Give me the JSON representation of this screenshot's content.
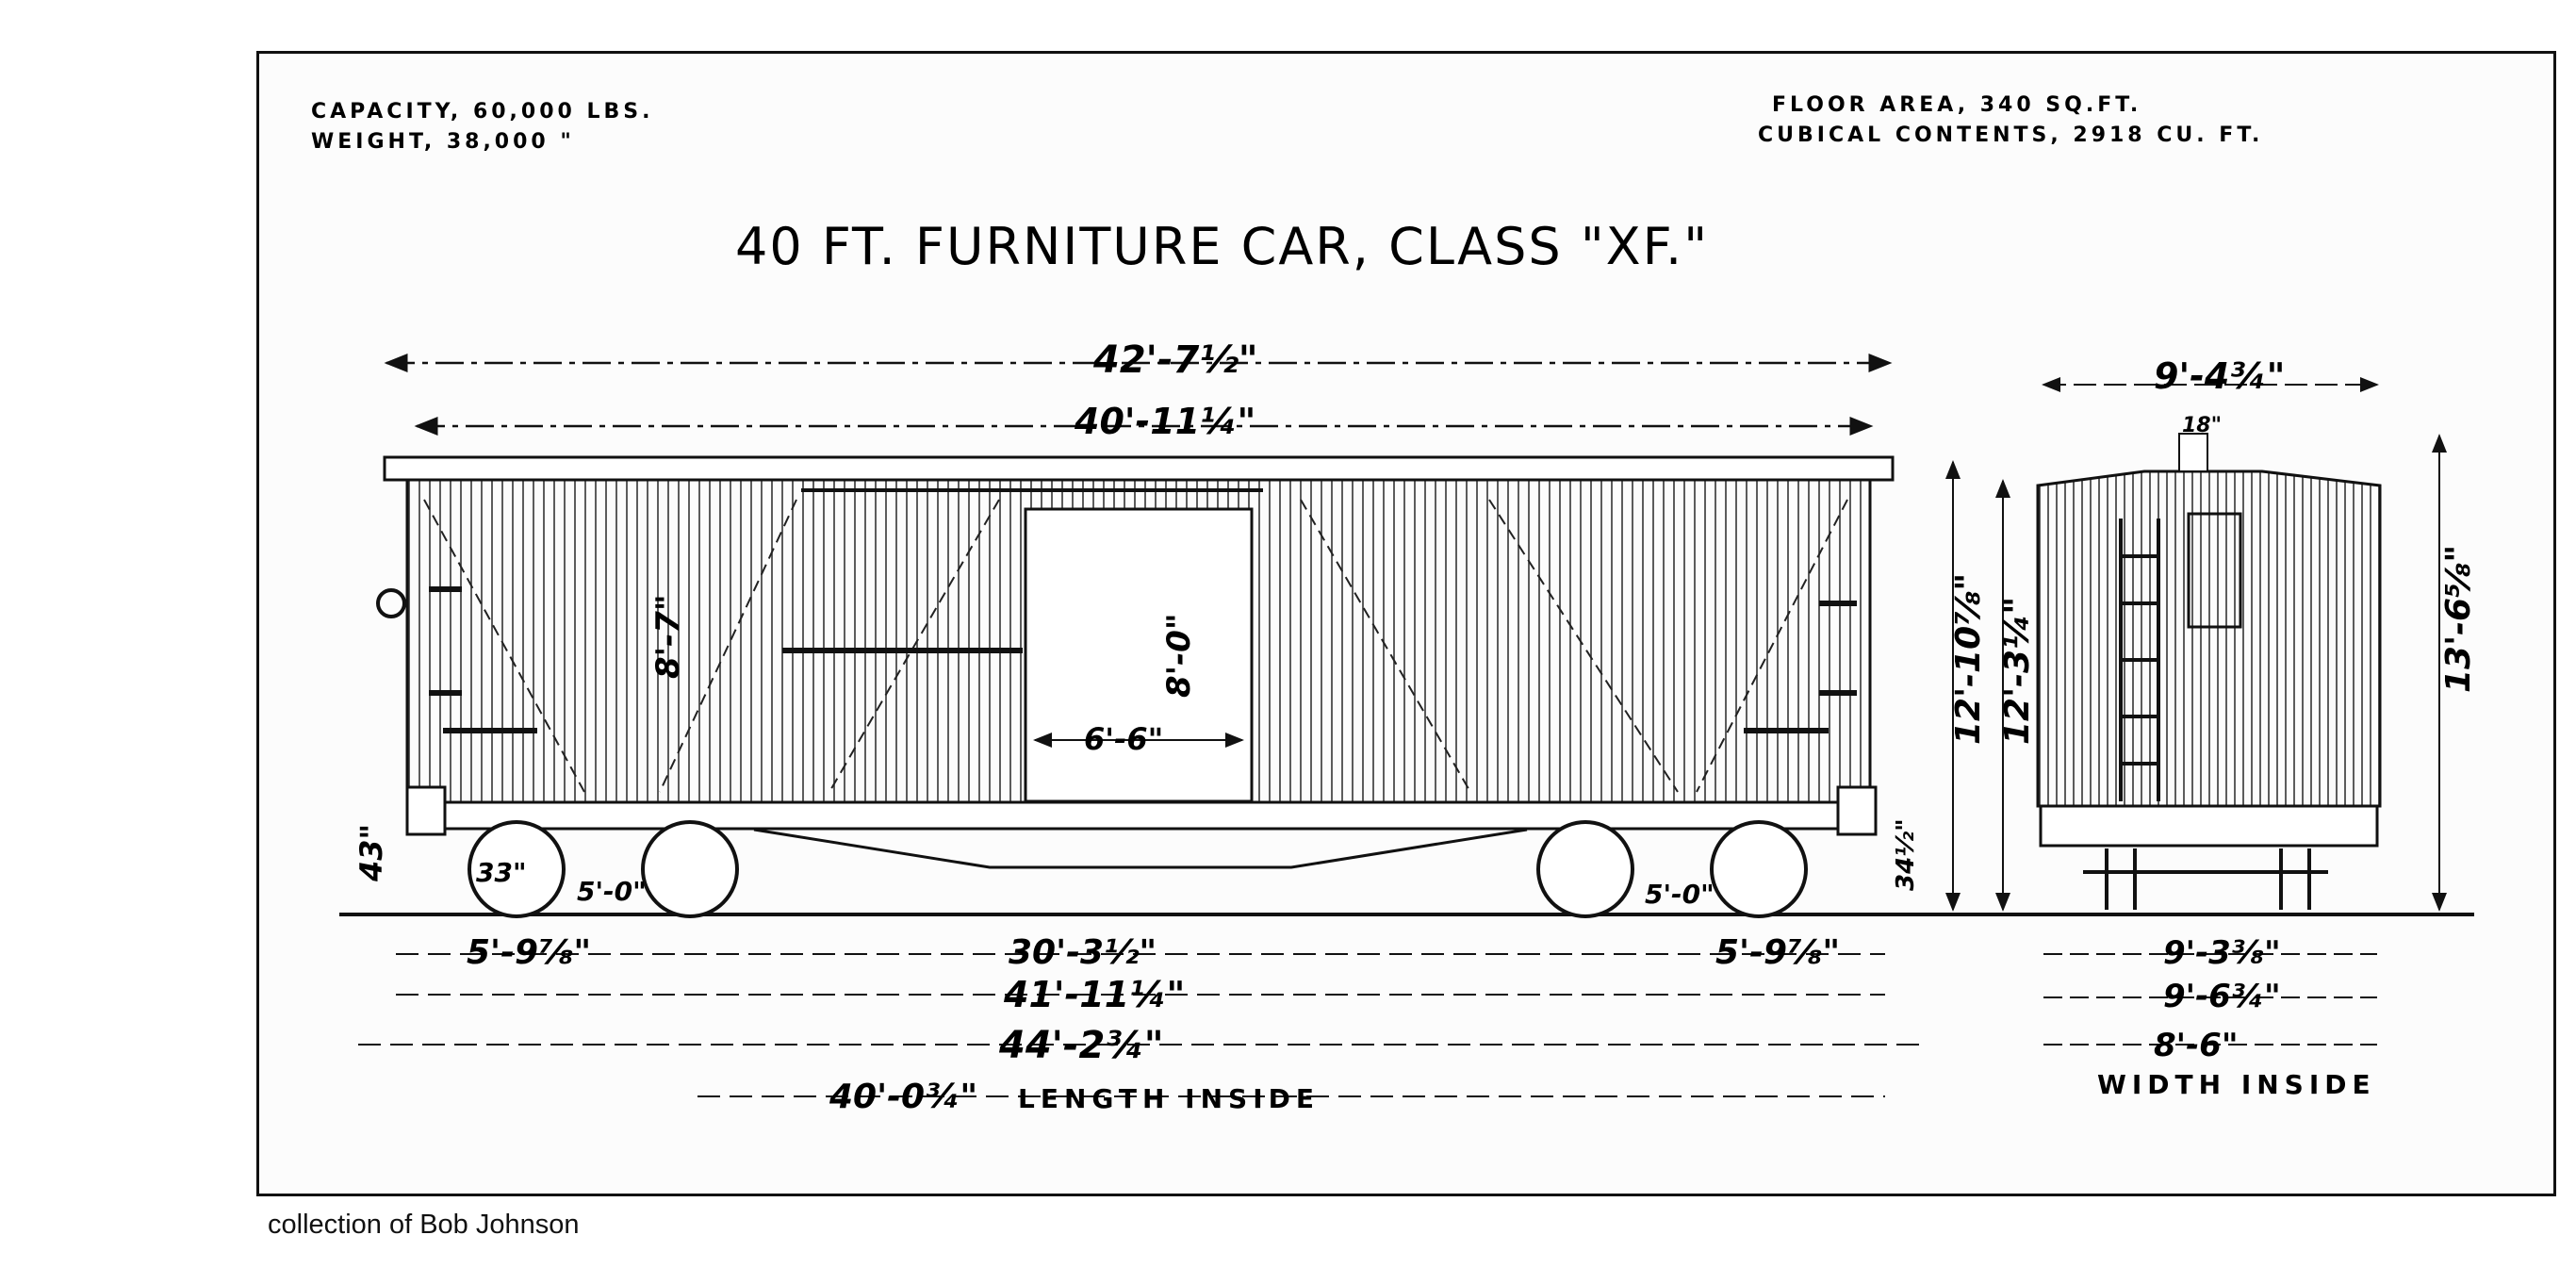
{
  "header": {
    "capacity": "CAPACITY, 60,000 LBS.",
    "weight": "WEIGHT,    38,000  \"",
    "floor_area": "FLOOR AREA,  340 SQ.FT.",
    "cubical_contents": "CUBICAL CONTENTS, 2918 CU. FT."
  },
  "title": "40 FT. FURNITURE CAR, CLASS \"XF.\"",
  "side_view": {
    "overall_length": "42'-7½\"",
    "body_length": "40'-11¼\"",
    "side_height": "8'-7\"",
    "door_height": "8'-0\"",
    "door_width": "6'-6\"",
    "coupler_height": "43\"",
    "wheel_diameter": "33\"",
    "truck_wheelbase_left": "5'-0\"",
    "truck_wheelbase_right": "5'-0\"",
    "sill_height": "34½\"",
    "height_eave": "12'-10⅞\"",
    "height_roof": "12'-3¼\"",
    "truck_overhang_left": "5'-9⅞\"",
    "truck_centers": "30'-3½\"",
    "truck_overhang_right": "5'-9⅞\"",
    "over_end_sills": "41'-11¼\"",
    "over_couplers": "44'-2¾\"",
    "inside_length_value": "40'-0¾\"",
    "inside_length_label": "LENGTH INSIDE"
  },
  "end_view": {
    "eave_width": "9'-4¾\"",
    "running_board": "18\"",
    "height": "13'-6⅝\"",
    "width_1": "9'-3⅜\"",
    "width_2": "9'-6¾\"",
    "inside_width_value": "8'-6\"",
    "inside_width_label": "WIDTH INSIDE"
  },
  "credit": "collection of Bob Johnson"
}
